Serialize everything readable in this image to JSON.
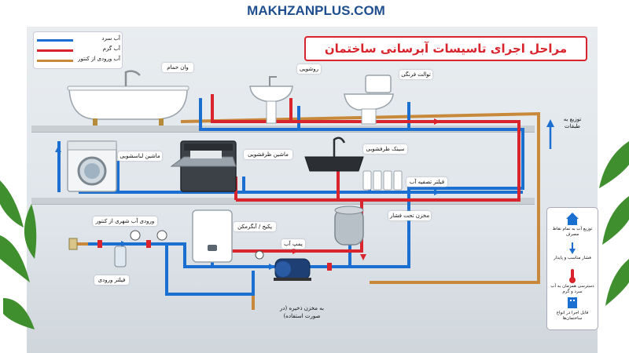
{
  "brand": "MAKHZANPLUS.COM",
  "title": "مراحل اجرای تاسیسات آبرسانی ساختمان",
  "legend": [
    {
      "label": "آب سرد",
      "color": "#1a6fd1"
    },
    {
      "label": "آب گرم",
      "color": "#d9232d"
    },
    {
      "label": "آب ورودی از کنتور",
      "color": "#c8893a"
    }
  ],
  "labels": {
    "bathtub": "وان حمام",
    "sink": "روشویی",
    "toilet": "توالت فرنگی",
    "washer": "ماشین لباسشویی",
    "dishwasher": "ماشین ظرفشویی",
    "kitchen_sink": "سینک ظرفشویی",
    "filter_purifier": "فیلتر تصفیه آب",
    "city_inlet": "ورودی آب شهری از کنتور",
    "heater": "پکیج / آبگرمکن",
    "pressure_tank": "مخزن تحت فشار",
    "pump": "پمپ آب",
    "inlet_filter": "فیلتر ورودی",
    "storage": "به مخزن ذخیره (در صورت استفاده)",
    "distribution": "توزیع به طبقات"
  },
  "panel": [
    {
      "label": "توزیع آب به تمام نقاط مصرف",
      "icon": "house-icon"
    },
    {
      "label": "فشار مناسب و پایدار",
      "icon": "down-arrow-icon"
    },
    {
      "label": "دسترسی همزمان به آب سرد و گرم",
      "icon": "thermometer-icon"
    },
    {
      "label": "قابل اجرا در انواع ساختمان‌ها",
      "icon": "building-icon"
    }
  ],
  "colors": {
    "cold": "#1a6fd1",
    "hot": "#d9232d",
    "main": "#c8893a",
    "accent": "#d9232d"
  }
}
